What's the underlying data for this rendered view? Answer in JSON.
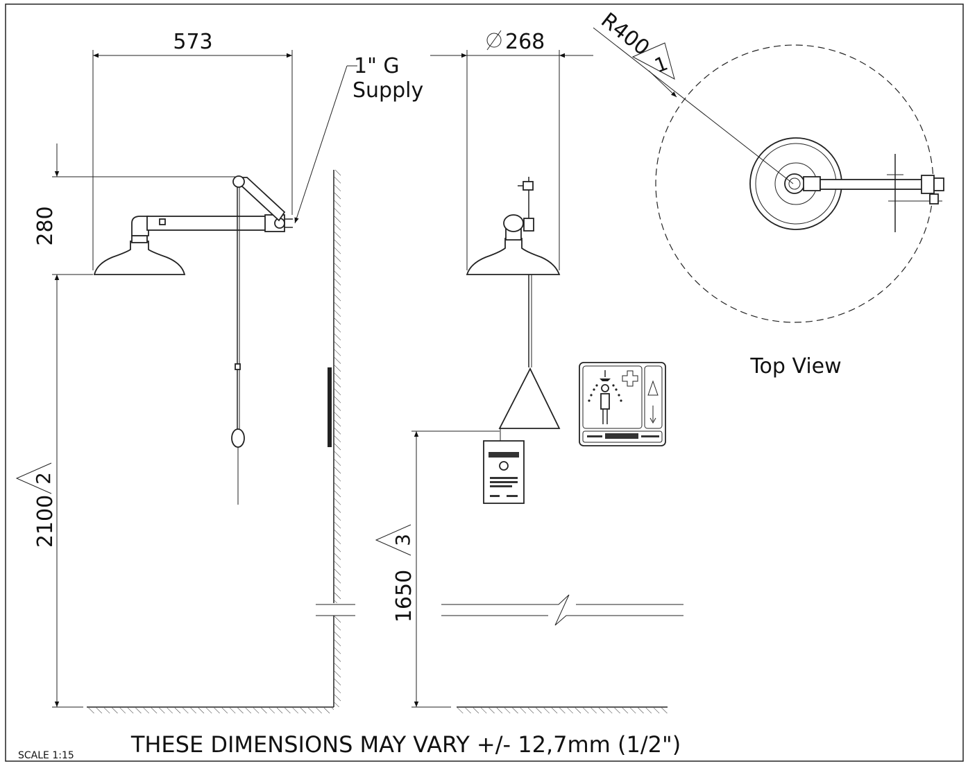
{
  "dimensions": {
    "arm_length": "573",
    "head_diameter": "268",
    "top_radius": "R400",
    "head_drop": "280",
    "head_height": "2100",
    "handle_height": "1650"
  },
  "callouts": {
    "supply_line1": "1\" G",
    "supply_line2": "Supply",
    "top_view": "Top View",
    "note_1": "1",
    "note_2": "2",
    "note_3": "3"
  },
  "notes": {
    "tolerance": "THESE DIMENSIONS MAY VARY +/- 12,7mm (1/2\")",
    "scale": "SCALE 1:15"
  },
  "icons": {
    "sign": "emergency-shower-sign-icon",
    "tag": "inspection-tag-icon",
    "diameter_symbol": "diameter-symbol-icon"
  },
  "colors": {
    "line": "#222222",
    "background": "#ffffff"
  }
}
